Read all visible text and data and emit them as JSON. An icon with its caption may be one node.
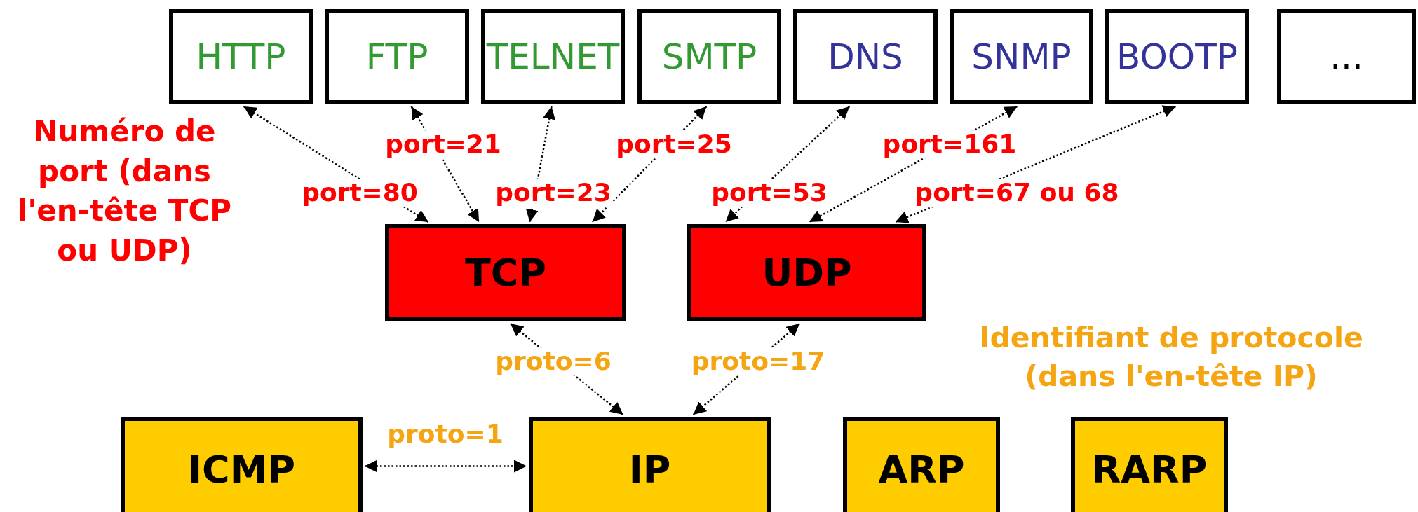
{
  "diagram": {
    "nodes": [
      {
        "text": [
          "HTTP"
        ]
      },
      {
        "text": [
          "FTP"
        ]
      },
      {
        "text": [
          "TELNET"
        ]
      },
      {
        "text": [
          "SMTP"
        ]
      },
      {
        "text": [
          "DNS"
        ]
      },
      {
        "text": [
          "SNMP"
        ]
      },
      {
        "text": [
          "BOOTP"
        ]
      },
      {
        "text": [
          "..."
        ]
      },
      {
        "text": [
          "TCP"
        ]
      },
      {
        "text": [
          "UDP"
        ]
      },
      {
        "text": [
          "ICMP"
        ]
      },
      {
        "text": [
          "IP"
        ]
      },
      {
        "text": [
          "ARP"
        ]
      },
      {
        "text": [
          "RARP"
        ]
      }
    ],
    "edges": [
      {
        "from": 0,
        "to": 8,
        "arrow": "both",
        "label": "port=80"
      },
      {
        "from": 1,
        "to": 8,
        "arrow": "both",
        "label": "port=21"
      },
      {
        "from": 2,
        "to": 8,
        "arrow": "both",
        "label": "port=23"
      },
      {
        "from": 3,
        "to": 8,
        "arrow": "both",
        "label": "port=25"
      },
      {
        "from": 4,
        "to": 9,
        "arrow": "both",
        "label": "port=53"
      },
      {
        "from": 5,
        "to": 9,
        "arrow": "both",
        "label": "port=161"
      },
      {
        "from": 6,
        "to": 9,
        "arrow": "both",
        "label": "port=67 ou 68"
      },
      {
        "from": 8,
        "to": 11,
        "arrow": "both",
        "label": "proto=6"
      },
      {
        "from": 9,
        "to": 11,
        "arrow": "both",
        "label": "proto=17"
      },
      {
        "from": 10,
        "to": 11,
        "arrow": "both",
        "label": "proto=1"
      }
    ],
    "labels": [
      "Numéro de port (dans l'en-tête TCP ou UDP)",
      "Identifiant de protocole (dans l'en-tête IP)"
    ]
  }
}
